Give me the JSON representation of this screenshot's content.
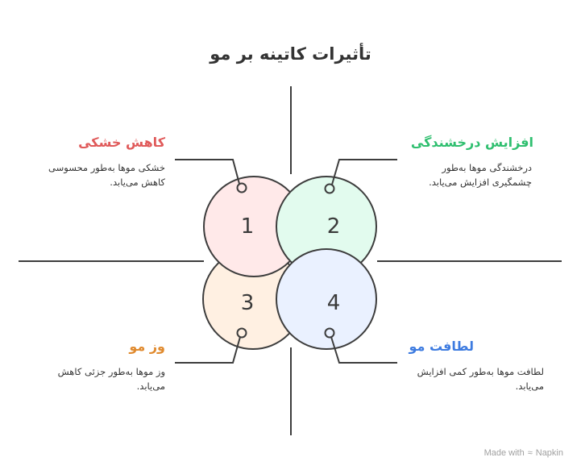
{
  "title": "تأثیرات کاتینه بر مو",
  "colors": {
    "line": "#3d3d3d",
    "item1_heading": "#e05a5a",
    "item2_heading": "#2fbf6f",
    "item3_heading": "#e08a2e",
    "item4_heading": "#3d7be0",
    "item1_fill": "#ffe9e9",
    "item2_fill": "#e2fbee",
    "item3_fill": "#fff0e2",
    "item4_fill": "#eaf1ff"
  },
  "items": [
    {
      "number": "1",
      "heading": "کاهش خشکی",
      "description": "خشکی موها به‌طور محسوسی کاهش می‌یابد."
    },
    {
      "number": "2",
      "heading": "افزایش درخشندگی",
      "description": "درخشندگی موها به‌طور چشمگیری افزایش می‌یابد."
    },
    {
      "number": "3",
      "heading": "وز مو",
      "description": "وز موها به‌طور جزئی کاهش می‌یابد."
    },
    {
      "number": "4",
      "heading": "لطافت مو",
      "description": "لطافت موها به‌طور کمی افزایش می‌یابد."
    }
  ],
  "footer": {
    "made_with": "Made with",
    "logo_icon": "napkin-logo-icon",
    "brand": "Napkin"
  }
}
